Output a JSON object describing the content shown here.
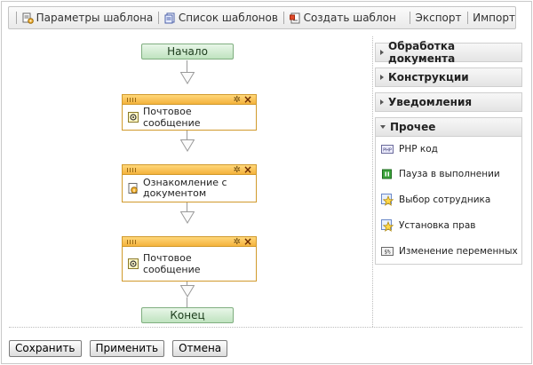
{
  "toolbar": {
    "params_label": "Параметры шаблона",
    "list_label": "Список шаблонов",
    "create_label": "Создать шаблон",
    "export_label": "Экспорт",
    "import_label": "Импорт"
  },
  "canvas": {
    "start_label": "Начало",
    "end_label": "Конец",
    "blocks": [
      {
        "label": "Почтовое сообщение",
        "icon": "email-icon"
      },
      {
        "label": "Ознакомление с документом",
        "icon": "document-info-icon"
      },
      {
        "label": "Почтовое сообщение",
        "icon": "email-icon"
      }
    ],
    "block_settings_icon": "gear-icon",
    "block_delete_icon": "close-icon"
  },
  "palette": {
    "sections": [
      {
        "label": "Обработка документа",
        "open": false
      },
      {
        "label": "Конструкции",
        "open": false
      },
      {
        "label": "Уведомления",
        "open": false
      },
      {
        "label": "Прочее",
        "open": true
      }
    ],
    "items": [
      {
        "label": "PHP код",
        "icon": "php-icon"
      },
      {
        "label": "Пауза в выполнении",
        "icon": "pause-icon"
      },
      {
        "label": "Выбор сотрудника",
        "icon": "star-user-icon"
      },
      {
        "label": "Установка прав",
        "icon": "star-permission-icon"
      },
      {
        "label": "Изменение переменных",
        "icon": "variables-icon"
      }
    ]
  },
  "buttons": {
    "save_label": "Сохранить",
    "apply_label": "Применить",
    "cancel_label": "Отмена"
  },
  "colors": {
    "block_header": "#f4b23c",
    "block_border": "#d19a2c",
    "terminal_fill": "#bfe3bf",
    "terminal_border": "#7fae7f"
  }
}
